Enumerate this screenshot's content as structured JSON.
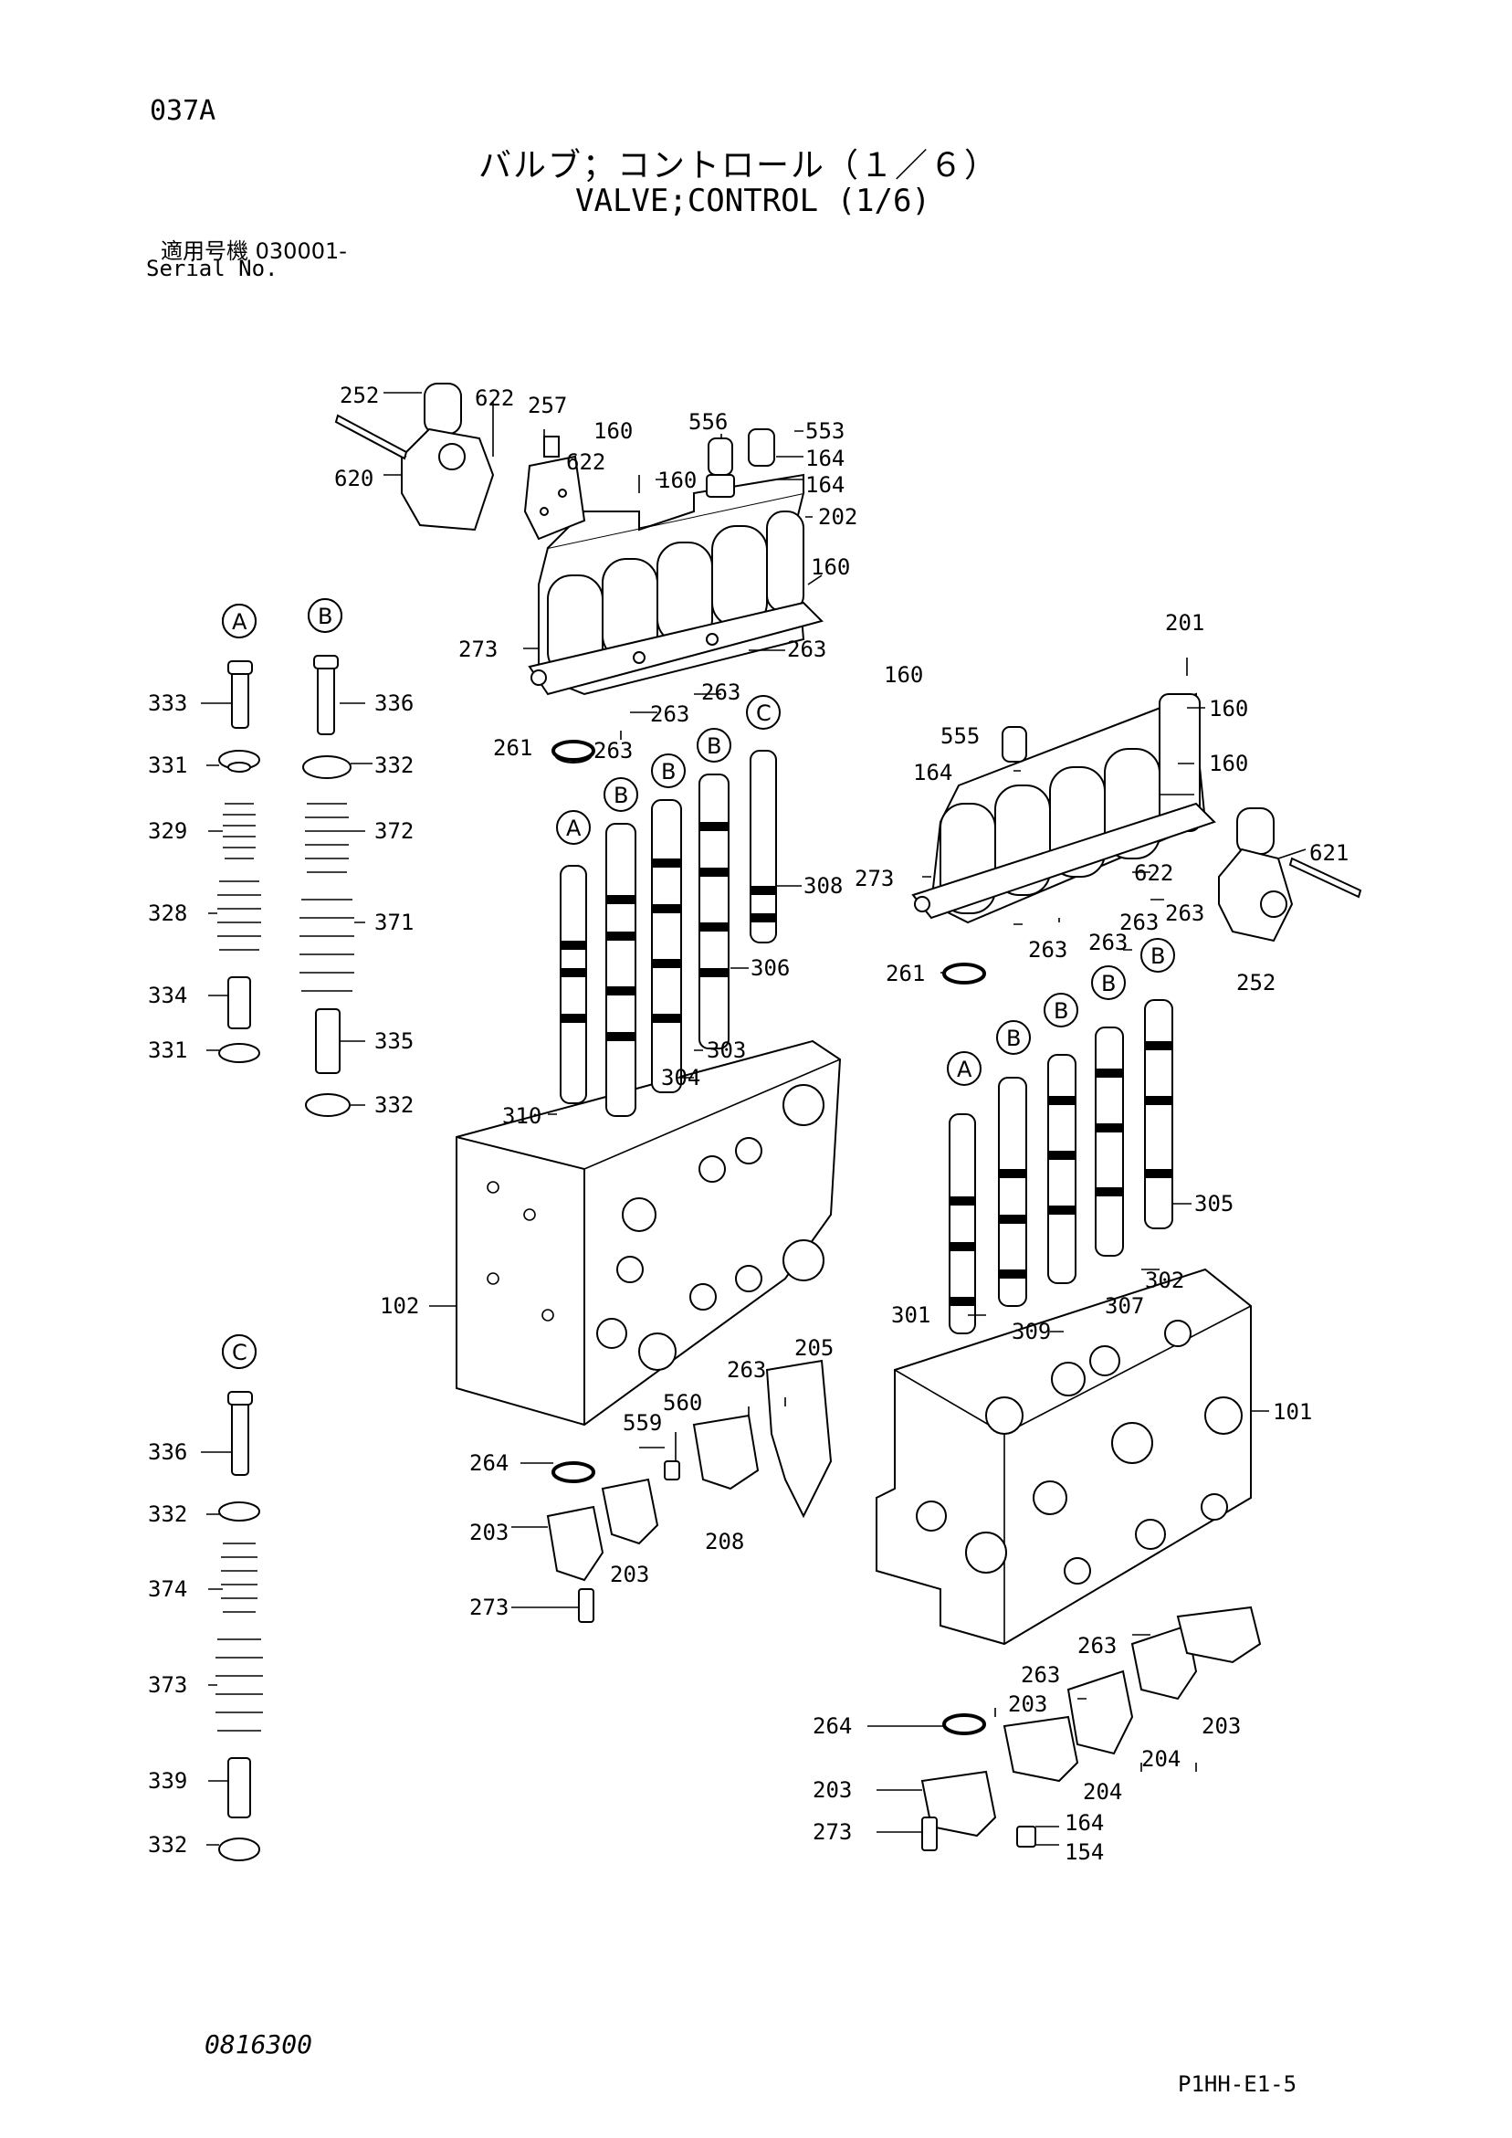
{
  "header": {
    "page_code": "037A",
    "title_jp": "バルブ；コントロール（１／６）",
    "title_en": "VALVE;CONTROL (1/6)",
    "serial_label_jp": "適用号機",
    "serial_value": "030001-",
    "serial_label_en": "Serial No."
  },
  "footer": {
    "doc_number": "0816300",
    "sheet_ref": "P1HH-E1-5"
  },
  "refs": {
    "A": "A",
    "B": "B",
    "C": "C"
  },
  "callouts": {
    "p252a": "252",
    "p622a": "622",
    "p257": "257",
    "p620": "620",
    "p622b": "622",
    "p160a": "160",
    "p160b": "160",
    "p556": "556",
    "p553": "553",
    "p164a": "164",
    "p164b": "164",
    "p202": "202",
    "p160c": "160",
    "p273a": "273",
    "p263a": "263",
    "p263b": "263",
    "p263c": "263",
    "p261a": "261",
    "p263d": "263",
    "p333": "333",
    "p331a": "331",
    "p329": "329",
    "p328": "328",
    "p334": "334",
    "p331b": "331",
    "p336a": "336",
    "p332a": "332",
    "p372": "372",
    "p371": "371",
    "p335": "335",
    "p332b": "332",
    "p308": "308",
    "p306": "306",
    "p303": "303",
    "p304": "304",
    "p310": "310",
    "p102": "102",
    "p201": "201",
    "p160d": "160",
    "p555": "555",
    "p160e": "160",
    "p164c": "164",
    "p160f": "160",
    "p273b": "273",
    "p622c": "622",
    "p263e": "263",
    "p263f": "263",
    "p263g": "263",
    "p621": "621",
    "p261b": "261",
    "p252b": "252",
    "p305": "305",
    "p302": "302",
    "p307": "307",
    "p301": "301",
    "p309": "309",
    "p101": "101",
    "p336b": "336",
    "p332c": "332",
    "p374": "374",
    "p373": "373",
    "p339": "339",
    "p332d": "332",
    "p264a": "264",
    "p559": "559",
    "p560": "560",
    "p263h": "263",
    "p205": "205",
    "p203a": "203",
    "p203b": "203",
    "p208": "208",
    "p273c": "273",
    "p263i": "263",
    "p263j": "263",
    "p264b": "264",
    "p203c": "203",
    "p203d": "203",
    "p204a": "204",
    "p203e": "203",
    "p204b": "204",
    "p164d": "164",
    "p273d": "273",
    "p154": "154"
  }
}
